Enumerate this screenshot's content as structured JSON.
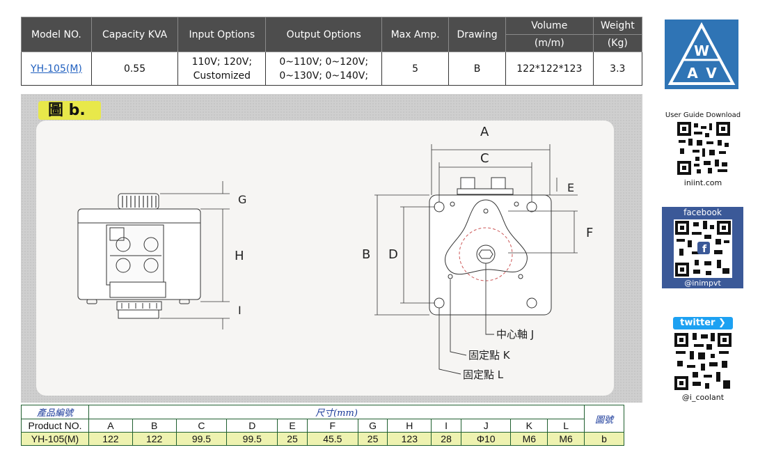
{
  "spec_table": {
    "headers": [
      "Model NO.",
      "Capacity KVA",
      "Input Options",
      "Output Options",
      "Max Amp.",
      "Drawing"
    ],
    "volume_header": [
      "Volume",
      "(m/m)"
    ],
    "weight_header": [
      "Weight",
      "(Kg)"
    ],
    "row": {
      "model": "YH-105(M)",
      "capacity": "0.55",
      "input_1": "110V; 120V;",
      "input_2": "Customized",
      "output_1": "0~110V; 0~120V;",
      "output_2": "0~130V; 0~140V;",
      "max_amp": "5",
      "drawing": "B",
      "volume": "122*122*123",
      "weight": "3.3"
    }
  },
  "logo": {
    "letters": [
      "W",
      "A",
      "V"
    ]
  },
  "figure": {
    "tag": "圖 b.",
    "labels": {
      "A": "A",
      "B": "B",
      "C": "C",
      "D": "D",
      "E": "E",
      "F": "F",
      "G": "G",
      "H": "H",
      "I": "I"
    },
    "callouts": [
      "中心軸  J",
      "固定點  K",
      "固定點  L"
    ]
  },
  "dims_table": {
    "product_zh": "產品編號",
    "size_zh": "尺寸(mm)",
    "drawing_zh": "圖號",
    "product_en": "Product NO.",
    "columns": [
      "A",
      "B",
      "C",
      "D",
      "E",
      "F",
      "G",
      "H",
      "I",
      "J",
      "K",
      "L"
    ],
    "row": {
      "model": "YH-105(M)",
      "values": [
        "122",
        "122",
        "99.5",
        "99.5",
        "25",
        "45.5",
        "25",
        "123",
        "28",
        "Φ10",
        "M6",
        "M6"
      ],
      "drawing": "b"
    }
  },
  "side": {
    "guide_title": "User Guide Download",
    "guide_site": "iniint.com",
    "fb_title": "facebook",
    "fb_handle": "@inimpvt",
    "tw_badge": "twitter",
    "tw_handle": "@i_coolant"
  },
  "colors": {
    "header_bg": "#4d4d4d",
    "link": "#1f5fbf",
    "logo_blue": "#2f74b5",
    "table_fill": "#eef2b0",
    "fb_blue": "#3b5998",
    "tw_blue": "#1da1f2"
  }
}
